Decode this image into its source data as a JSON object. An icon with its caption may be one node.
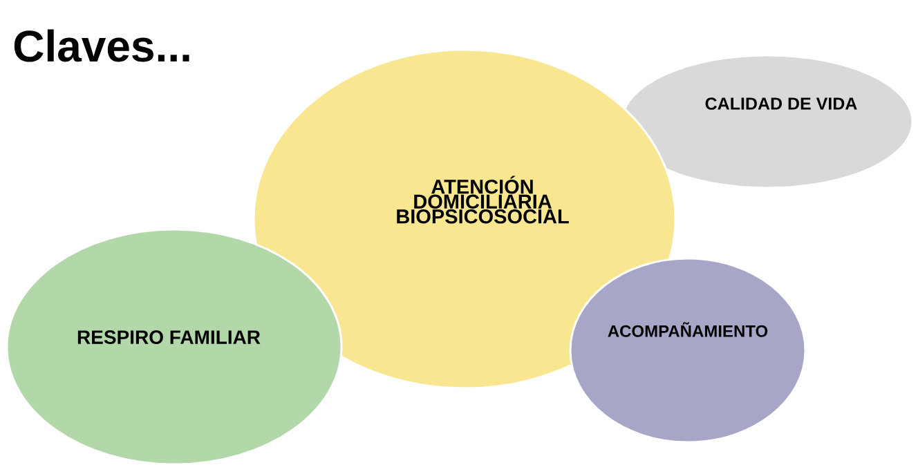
{
  "diagram": {
    "title": "Claves...",
    "nodes": [
      {
        "text": [
          "ATENCIÓN DOMICILIARIA BIOPSICOSOCIAL"
        ]
      },
      {
        "text": [
          "CALIDAD DE VIDA"
        ]
      },
      {
        "text": [
          "RESPIRO FAMILIAR"
        ]
      },
      {
        "text": [
          "ACOMPAÑAMIENTO"
        ]
      }
    ]
  }
}
